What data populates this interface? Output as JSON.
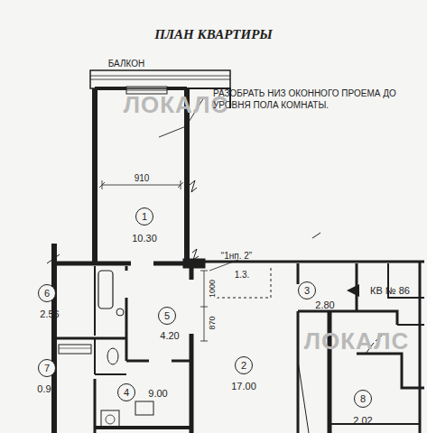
{
  "diagram": {
    "title": "ПЛАН КВАРТИРЫ",
    "nodes": [
      {
        "text": [
          "1"
        ]
      },
      {
        "text": [
          "3"
        ]
      },
      {
        "text": [
          "6"
        ]
      },
      {
        "text": [
          "5"
        ]
      },
      {
        "text": [
          "2"
        ]
      },
      {
        "text": [
          "7"
        ]
      },
      {
        "text": [
          "4"
        ]
      },
      {
        "text": [
          "8"
        ]
      }
    ],
    "edges": [],
    "labels": [
      "БАЛКОН",
      "ЛОКАЛС",
      "РАЗОБРАТЬ НИЗ ОКОННОГО ПРОЕМА ДО УРОВНЯ ПОЛА КОМНАТЫ.",
      "910",
      "10.30",
      "“1нп. 2”",
      "1.3.",
      "1000",
      "870",
      "2.80",
      "КВ № 86",
      "2.56",
      "4.20",
      "17.00",
      "0.96",
      "9.00",
      "ЛОКАЛС",
      "2.02"
    ]
  }
}
